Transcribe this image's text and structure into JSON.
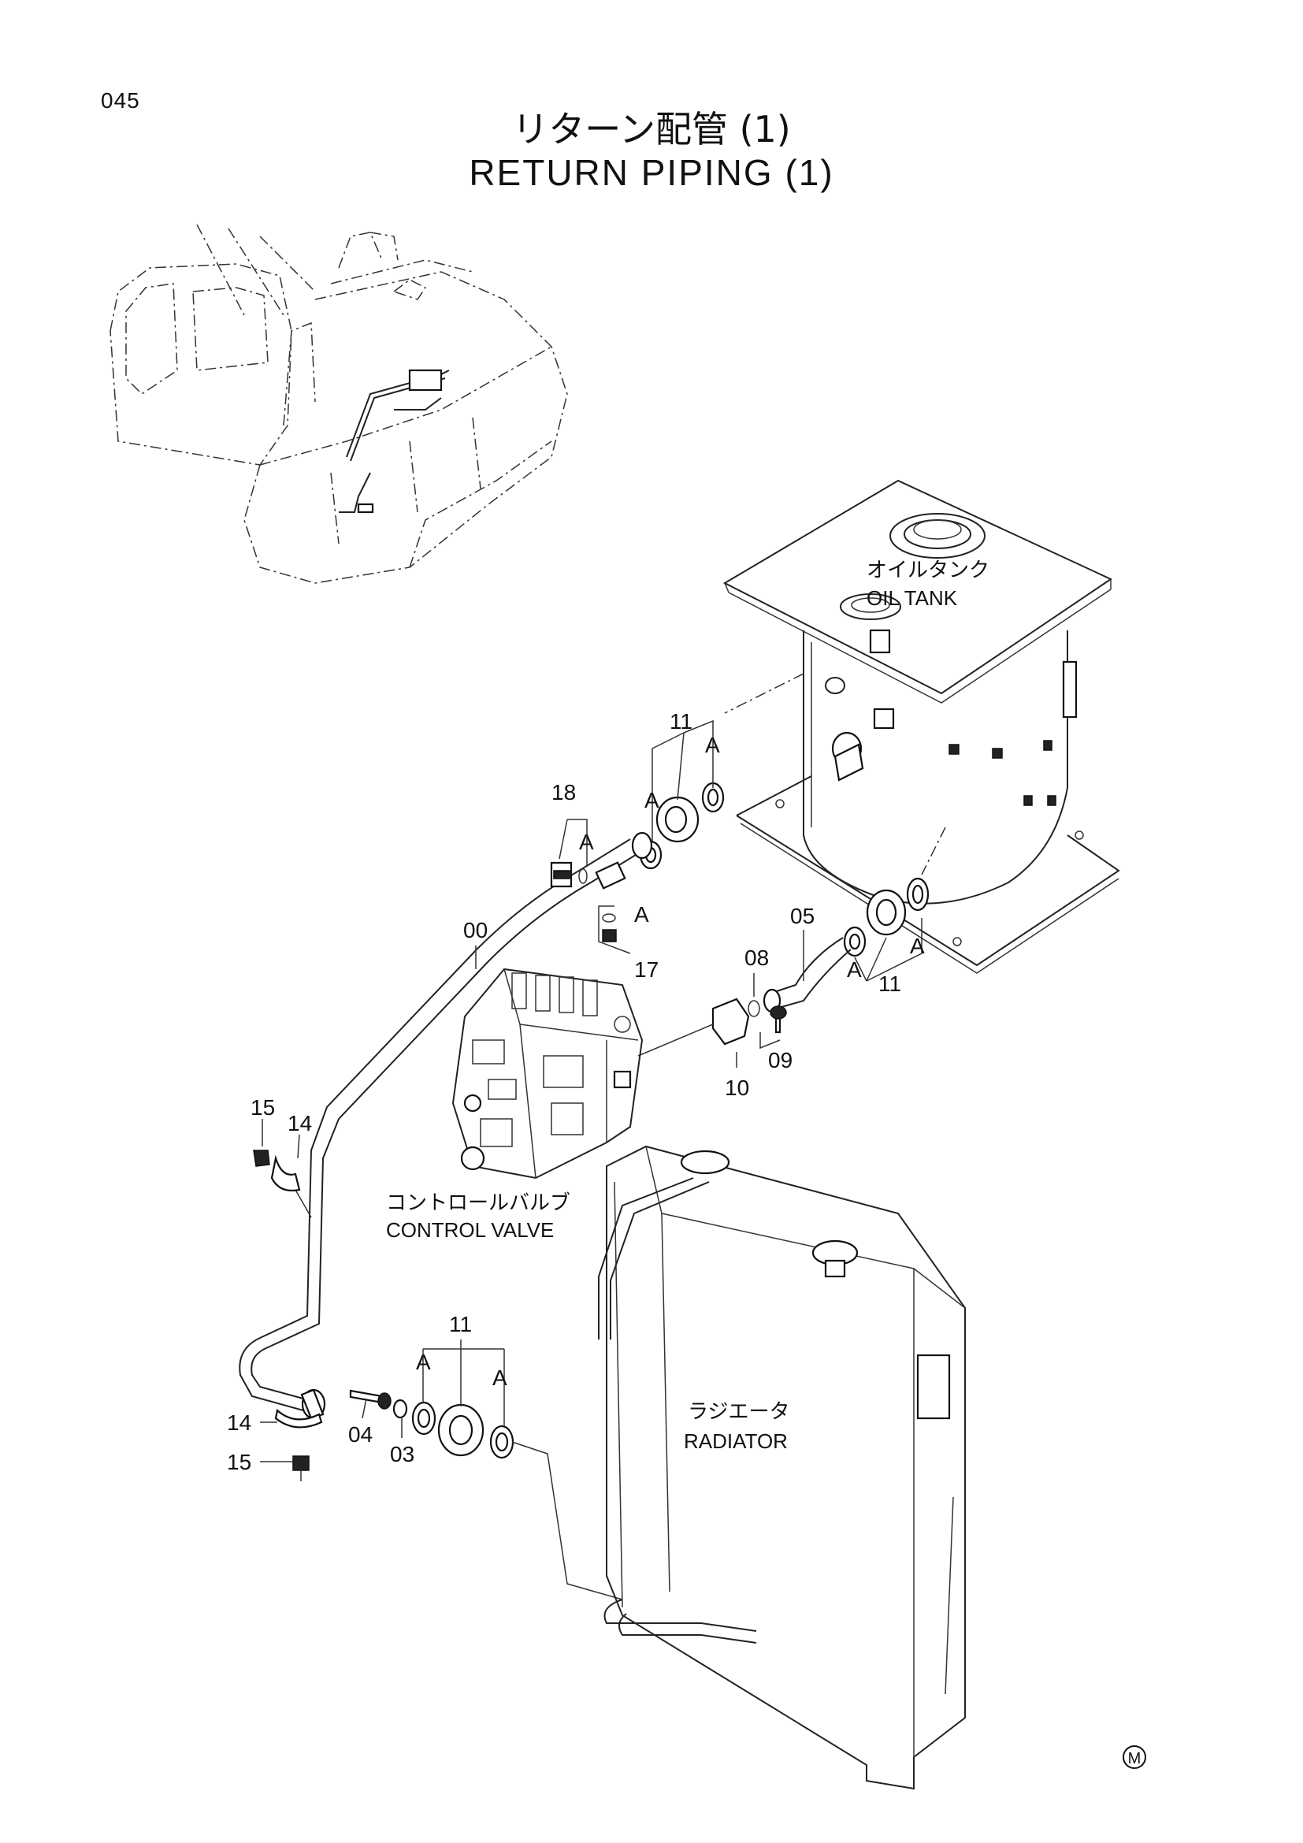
{
  "page": {
    "number": "045"
  },
  "title": {
    "japanese": "リターン配管 (1)",
    "english": "RETURN PIPING (1)"
  },
  "components": {
    "oil_tank": {
      "jp": "オイルタンク",
      "en": "OIL TANK"
    },
    "control_valve": {
      "jp": "コントロールバルブ",
      "en": "CONTROL VALVE"
    },
    "radiator": {
      "jp": "ラジエータ",
      "en": "RADIATOR"
    }
  },
  "callouts": {
    "p00": "00",
    "p03": "03",
    "p04": "04",
    "p05": "05",
    "p08": "08",
    "p09": "09",
    "p10": "10",
    "p11_top": "11",
    "p11_right": "11",
    "p11_bottom": "11",
    "p14_upper": "14",
    "p14_lower": "14",
    "p15_upper": "15",
    "p15_lower": "15",
    "p17": "17",
    "p18": "18",
    "a1": "A",
    "a2": "A",
    "a3": "A",
    "a4": "A",
    "a5": "A",
    "a6": "A",
    "a7": "A",
    "a8": "A"
  },
  "footer": {
    "mark": "M"
  }
}
